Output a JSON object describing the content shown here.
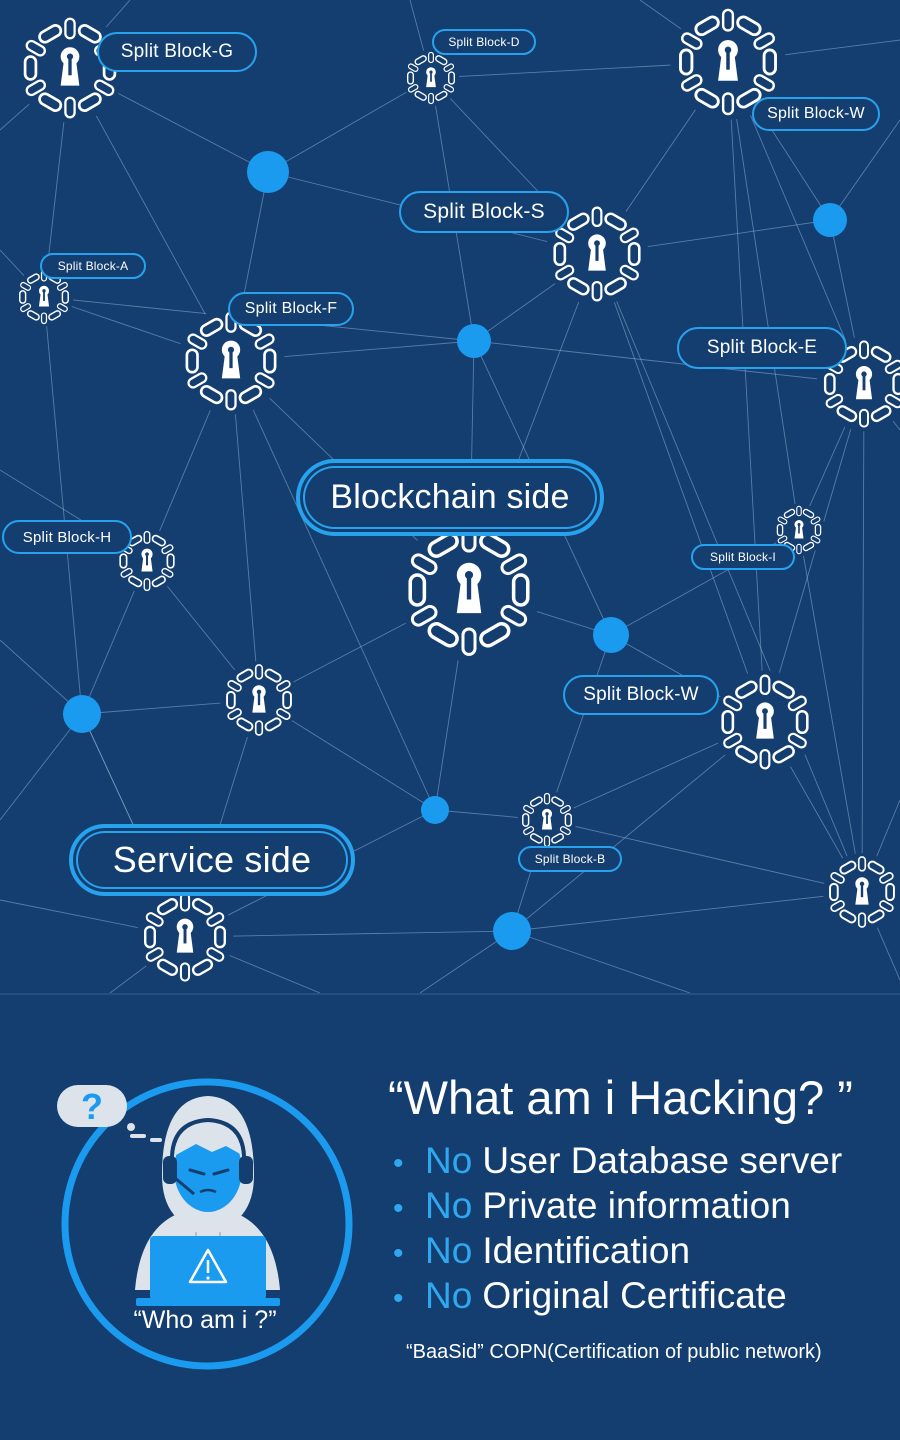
{
  "diagram": {
    "colors": {
      "background": "#143e70",
      "line": "#8fb0d3",
      "node": "#1a9bef",
      "pill_border": "#27a3ee",
      "text": "#ffffff",
      "accent": "#2fa8f0"
    },
    "labels": {
      "g": "Split Block-G",
      "d": "Split Block-D",
      "w_top": "Split Block-W",
      "s": "Split Block-S",
      "a": "Split Block-A",
      "f": "Split Block-F",
      "e": "Split Block-E",
      "blockchain": "Blockchain side",
      "h": "Split Block-H",
      "i": "Split Block-I",
      "w_mid": "Split Block-W",
      "b": "Split Block-B",
      "service": "Service side"
    },
    "icons": [
      "chain-lock-icon",
      "network-node",
      "hacker-icon",
      "warning-icon",
      "question-mark-icon"
    ]
  },
  "hacker": {
    "question": "?",
    "who_am_i": "“Who am i ?”"
  },
  "info": {
    "title": "“What am i Hacking? ”",
    "bullet_symbol": "•",
    "no_word": "No",
    "bullets": [
      "User Database server",
      "Private information",
      "Identification",
      "Original Certificate"
    ],
    "footer": "“BaaSid” COPN(Certification of public network)"
  }
}
